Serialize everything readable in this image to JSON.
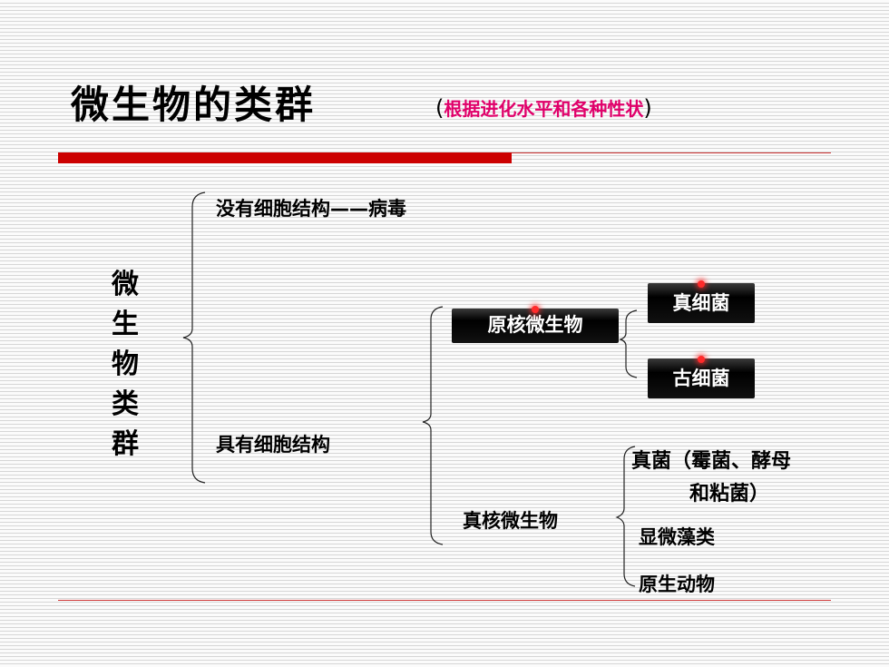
{
  "slide": {
    "title": "微生物的类群",
    "subtitle_open": "(",
    "subtitle_text": "根据进化水平和各种性状",
    "subtitle_close": ")"
  },
  "diagram": {
    "root_chars": [
      "微",
      "生",
      "物",
      "类",
      "群"
    ],
    "no_cell_structure": "没有细胞结构——病毒",
    "with_cell_structure": "具有细胞结构",
    "prokaryote": "原核微生物",
    "bacteria": "真细菌",
    "archaea": "古细菌",
    "eukaryote": "真核微生物",
    "fungi_line1": "真菌（霉菌、酵母",
    "fungi_line2": "和粘菌）",
    "algae": "显微藻类",
    "protozoa": "原生动物"
  },
  "colors": {
    "accent_red": "#cc0000",
    "subtitle_pink": "#e0006a"
  }
}
